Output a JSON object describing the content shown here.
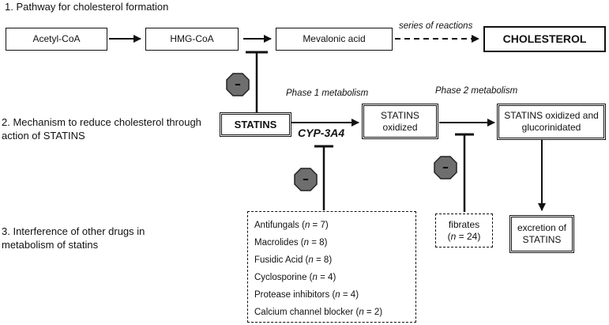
{
  "sections": {
    "s1": "1. Pathway for cholesterol formation",
    "s2": "2. Mechanism to reduce cholesterol through action of STATINS",
    "s3": "3. Interference of other drugs in metabolism of statins"
  },
  "pathway": {
    "acetyl": "Acetyl-CoA",
    "hmg": "HMG-CoA",
    "mevalonic": "Mevalonic acid",
    "series": "series of reactions",
    "cholesterol": "CHOLESTEROL"
  },
  "metabolism": {
    "statins": "STATINS",
    "enzyme": "CYP-3A4",
    "phase1": "Phase 1 metabolism",
    "phase2": "Phase 2 metabolism",
    "oxidized_l1": "STATINS",
    "oxidized_l2": "oxidized",
    "gluco_l1": "STATINS oxidized and",
    "gluco_l2": "glucorinidated",
    "excretion_l1": "excretion of",
    "excretion_l2": "STATINS"
  },
  "inhibitors": [
    {
      "name": "Antifungals",
      "n": "7"
    },
    {
      "name": "Macrolides",
      "n": "8"
    },
    {
      "name": "Fusidic Acid",
      "n": "8"
    },
    {
      "name": "Cyclosporine",
      "n": "4"
    },
    {
      "name": "Protease inhibitors",
      "n": "4"
    },
    {
      "name": "Calcium channel blocker",
      "n": "2"
    }
  ],
  "fibrates": {
    "name": "fibrates",
    "n": "24"
  },
  "inhibition_symbol": "–",
  "colors": {
    "line": "#111111",
    "stop_fill": "#6e6e6e",
    "stop_stroke": "#222222"
  }
}
